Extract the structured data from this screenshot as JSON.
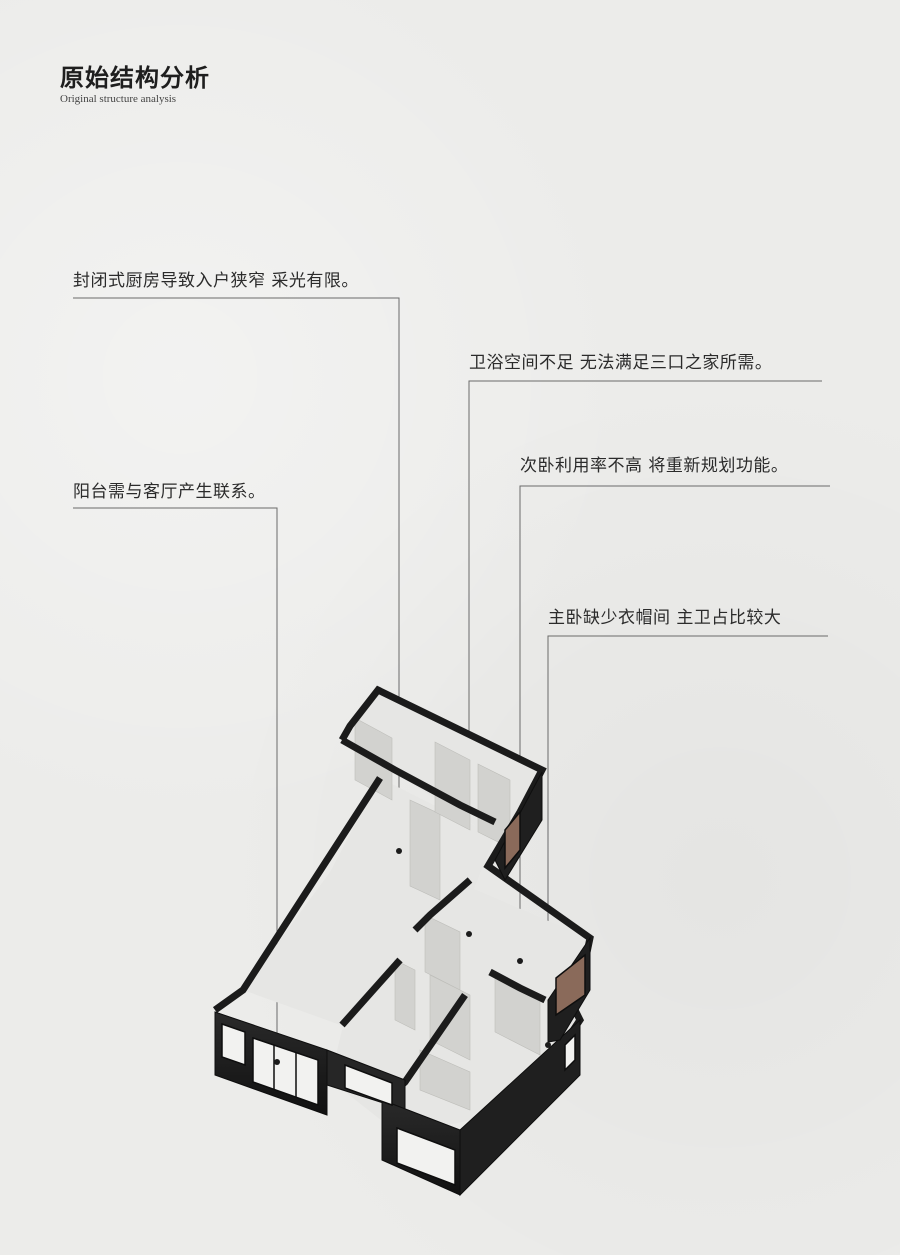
{
  "header": {
    "title": "原始结构分析",
    "subtitle": "Original structure analysis"
  },
  "annotations": [
    {
      "id": "kitchen",
      "text": "封闭式厨房导致入户狭窄  采光有限。"
    },
    {
      "id": "bathroom",
      "text": "卫浴空间不足  无法满足三口之家所需。"
    },
    {
      "id": "second-bedroom",
      "text": "次卧利用率不高  将重新规划功能。"
    },
    {
      "id": "balcony",
      "text": "阳台需与客厅产生联系。"
    },
    {
      "id": "master-bedroom",
      "text": "主卧缺少衣帽间  主卫占比较大"
    }
  ],
  "colors": {
    "background": "#ececea",
    "wall": "#1b1b1b",
    "floor": "#e6e6e4",
    "interior_wall": "#d2d2cf",
    "leader_line": "#6a6a6a"
  }
}
